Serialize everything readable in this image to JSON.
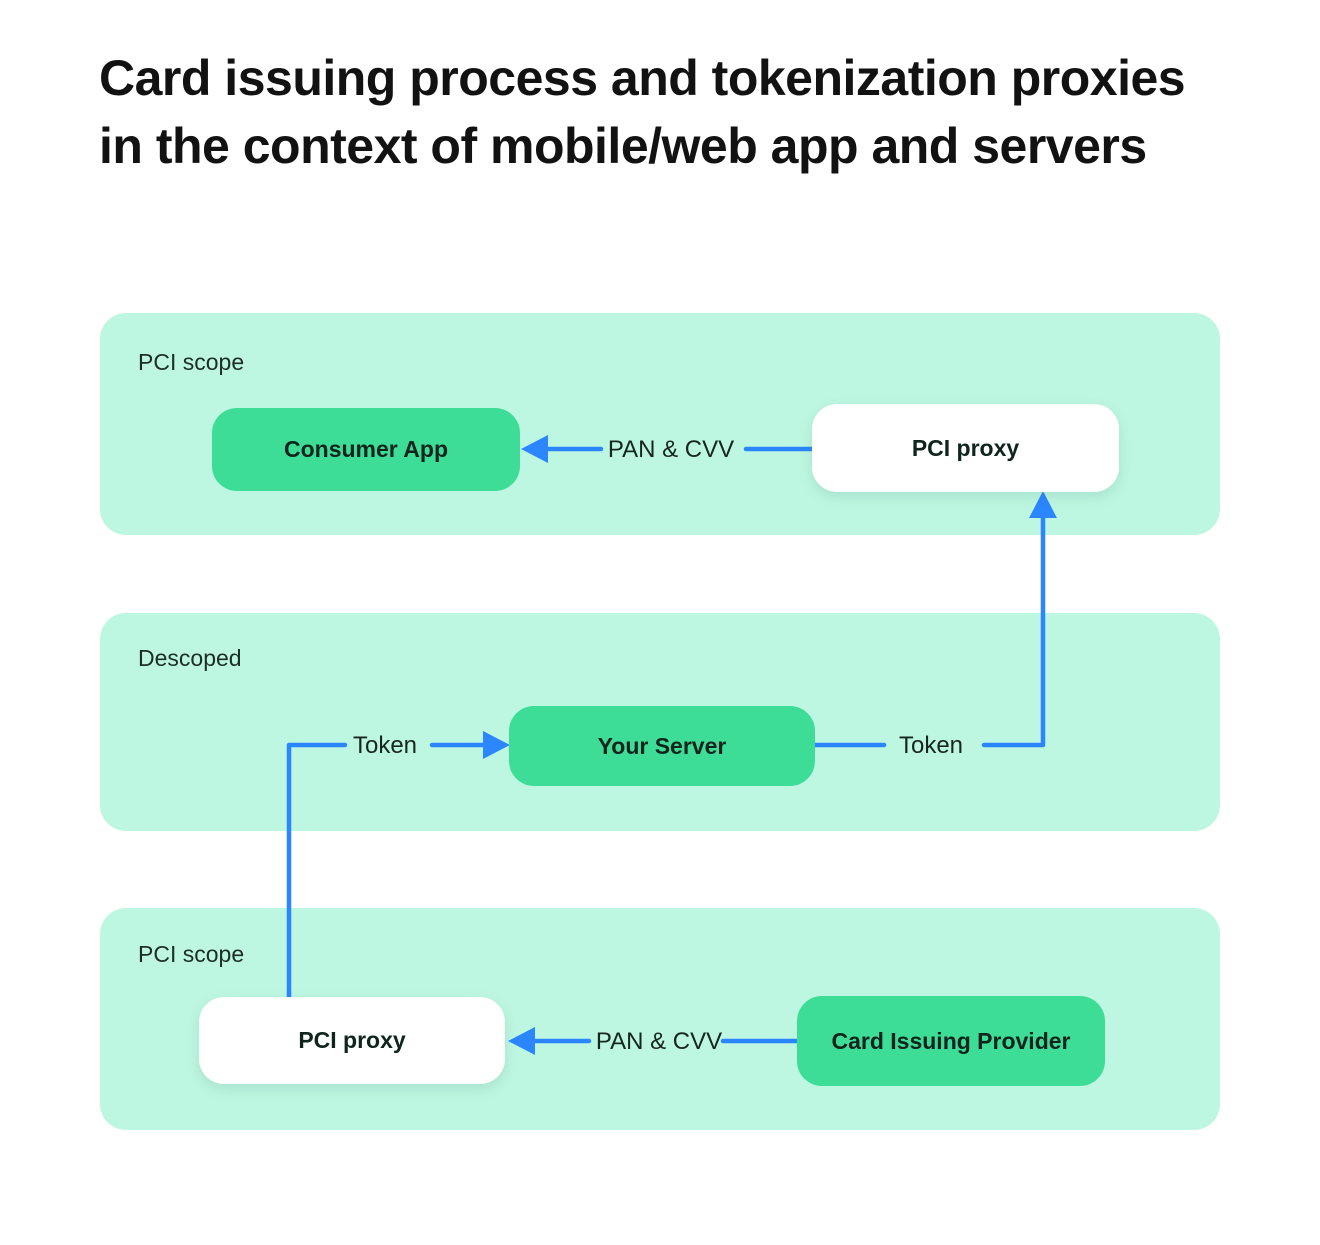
{
  "title": "Card issuing process and tokenization proxies in the context of mobile/web app and servers",
  "bands": [
    {
      "label": "PCI scope"
    },
    {
      "label": "Descoped"
    },
    {
      "label": "PCI scope"
    }
  ],
  "nodes": {
    "consumer_app": {
      "label": "Consumer App",
      "style": "green"
    },
    "pci_proxy_top": {
      "label": "PCI proxy",
      "style": "white"
    },
    "your_server": {
      "label": "Your Server",
      "style": "green"
    },
    "pci_proxy_bottom": {
      "label": "PCI proxy",
      "style": "white"
    },
    "card_issuing_provider": {
      "label": "Card Issuing Provider",
      "style": "green"
    }
  },
  "edges": {
    "pan_cvv_top": {
      "label": "PAN & CVV",
      "from": "pci_proxy_top",
      "to": "consumer_app"
    },
    "token_left": {
      "label": "Token",
      "from": "pci_proxy_bottom",
      "to": "your_server"
    },
    "token_right": {
      "label": "Token",
      "from": "your_server",
      "to": "pci_proxy_top"
    },
    "pan_cvv_bottom": {
      "label": "PAN & CVV",
      "from": "card_issuing_provider",
      "to": "pci_proxy_bottom"
    }
  },
  "colors": {
    "band_background": "#bdf7e2",
    "node_green": "#3edd97",
    "node_white": "#ffffff",
    "connector_blue": "#2b86ff",
    "text": "#121212"
  }
}
